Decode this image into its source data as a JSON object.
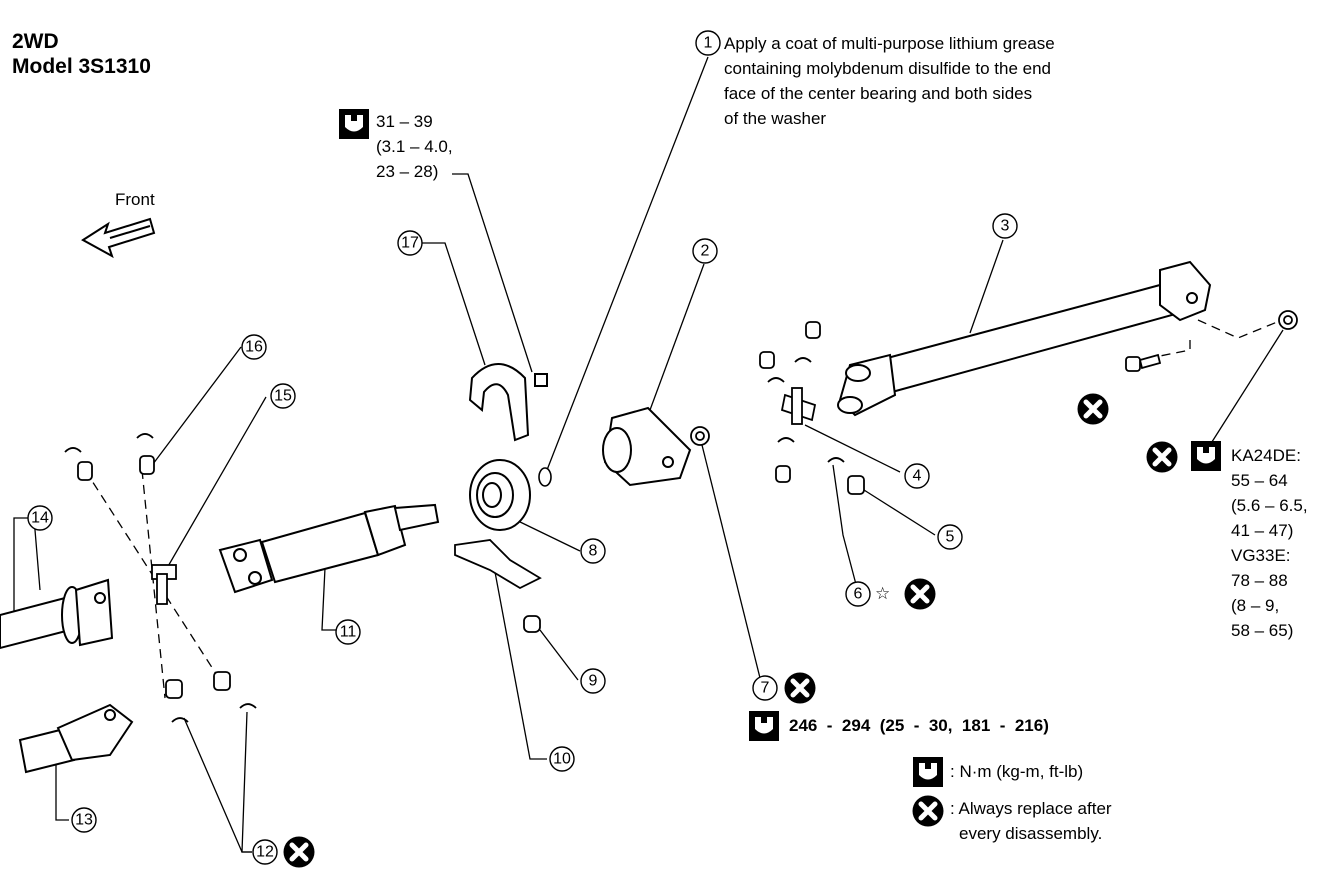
{
  "header": {
    "line1": "2WD",
    "line2": "Model 3S1310"
  },
  "front_label": "Front",
  "note_1": {
    "number": "1",
    "lines": [
      "Apply a coat of multi-purpose lithium grease",
      "containing molybdenum disulfide to the end",
      "face of the center bearing and both sides",
      "of the washer"
    ]
  },
  "torque_17": {
    "lines": [
      "31 – 39",
      "(3.1 – 4.0,",
      "23 – 28)"
    ]
  },
  "torque_3": {
    "lines": [
      "KA24DE:",
      "55 – 64",
      "(5.6 – 6.5,",
      "41 – 47)",
      "VG33E:",
      "78 – 88",
      "(8 – 9,",
      "58 – 65)"
    ]
  },
  "torque_7": {
    "text": "246  -  294  (25  -  30,  181  -  216)"
  },
  "legend": {
    "torque": ": N·m (kg-m, ft-lb)",
    "replace_line1": ": Always replace after",
    "replace_line2": "every disassembly."
  },
  "callouts": {
    "c1": "1",
    "c2": "2",
    "c3": "3",
    "c4": "4",
    "c5": "5",
    "c6": "6",
    "c7": "7",
    "c8": "8",
    "c9": "9",
    "c10": "10",
    "c11": "11",
    "c12": "12",
    "c13": "13",
    "c14": "14",
    "c15": "15",
    "c16": "16",
    "c17": "17"
  },
  "star_symbol": "☆",
  "icons": {
    "torque": "torque-wrench-icon",
    "replace": "always-replace-icon",
    "front_arrow": "front-arrow-icon"
  }
}
